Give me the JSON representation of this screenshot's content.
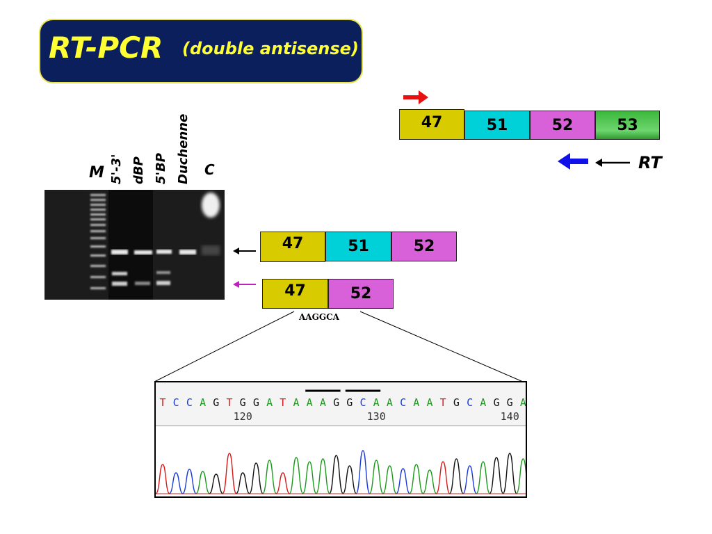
{
  "title": {
    "main": "RT-PCR",
    "subtitle": "(double antisense)"
  },
  "top_construct": {
    "exons": [
      "47",
      "51",
      "52",
      "53"
    ],
    "rt_label": "RT"
  },
  "gel": {
    "marker_label": "M",
    "lanes": [
      "5'-3'",
      "dBP",
      "5'BP",
      "Duchenne",
      "C"
    ]
  },
  "product_full": {
    "exons": [
      "47",
      "51",
      "52"
    ]
  },
  "product_skipped": {
    "exons": [
      "47",
      "52"
    ],
    "junction": "AAGGCA"
  },
  "sequence": {
    "bases": [
      "T",
      "C",
      "C",
      "A",
      "G",
      "T",
      "G",
      "G",
      "A",
      "T",
      "A",
      "A",
      "A",
      "G",
      "G",
      "C",
      "A",
      "A",
      "C",
      "A",
      "A",
      "T",
      "G",
      "C",
      "A",
      "G",
      "G",
      "A"
    ],
    "positions": [
      "120",
      "130",
      "140"
    ]
  },
  "colors": {
    "title_bg": "#0b1f5c",
    "title_text": "#ffff33",
    "exon_47": "#d8cc00",
    "exon_51": "#00d0d8",
    "exon_52": "#d860d8",
    "exon_53": "#3cb83c",
    "base_A": "#1a9a1a",
    "base_C": "#1a3ad8",
    "base_G": "#111111",
    "base_T": "#d81a1a"
  }
}
